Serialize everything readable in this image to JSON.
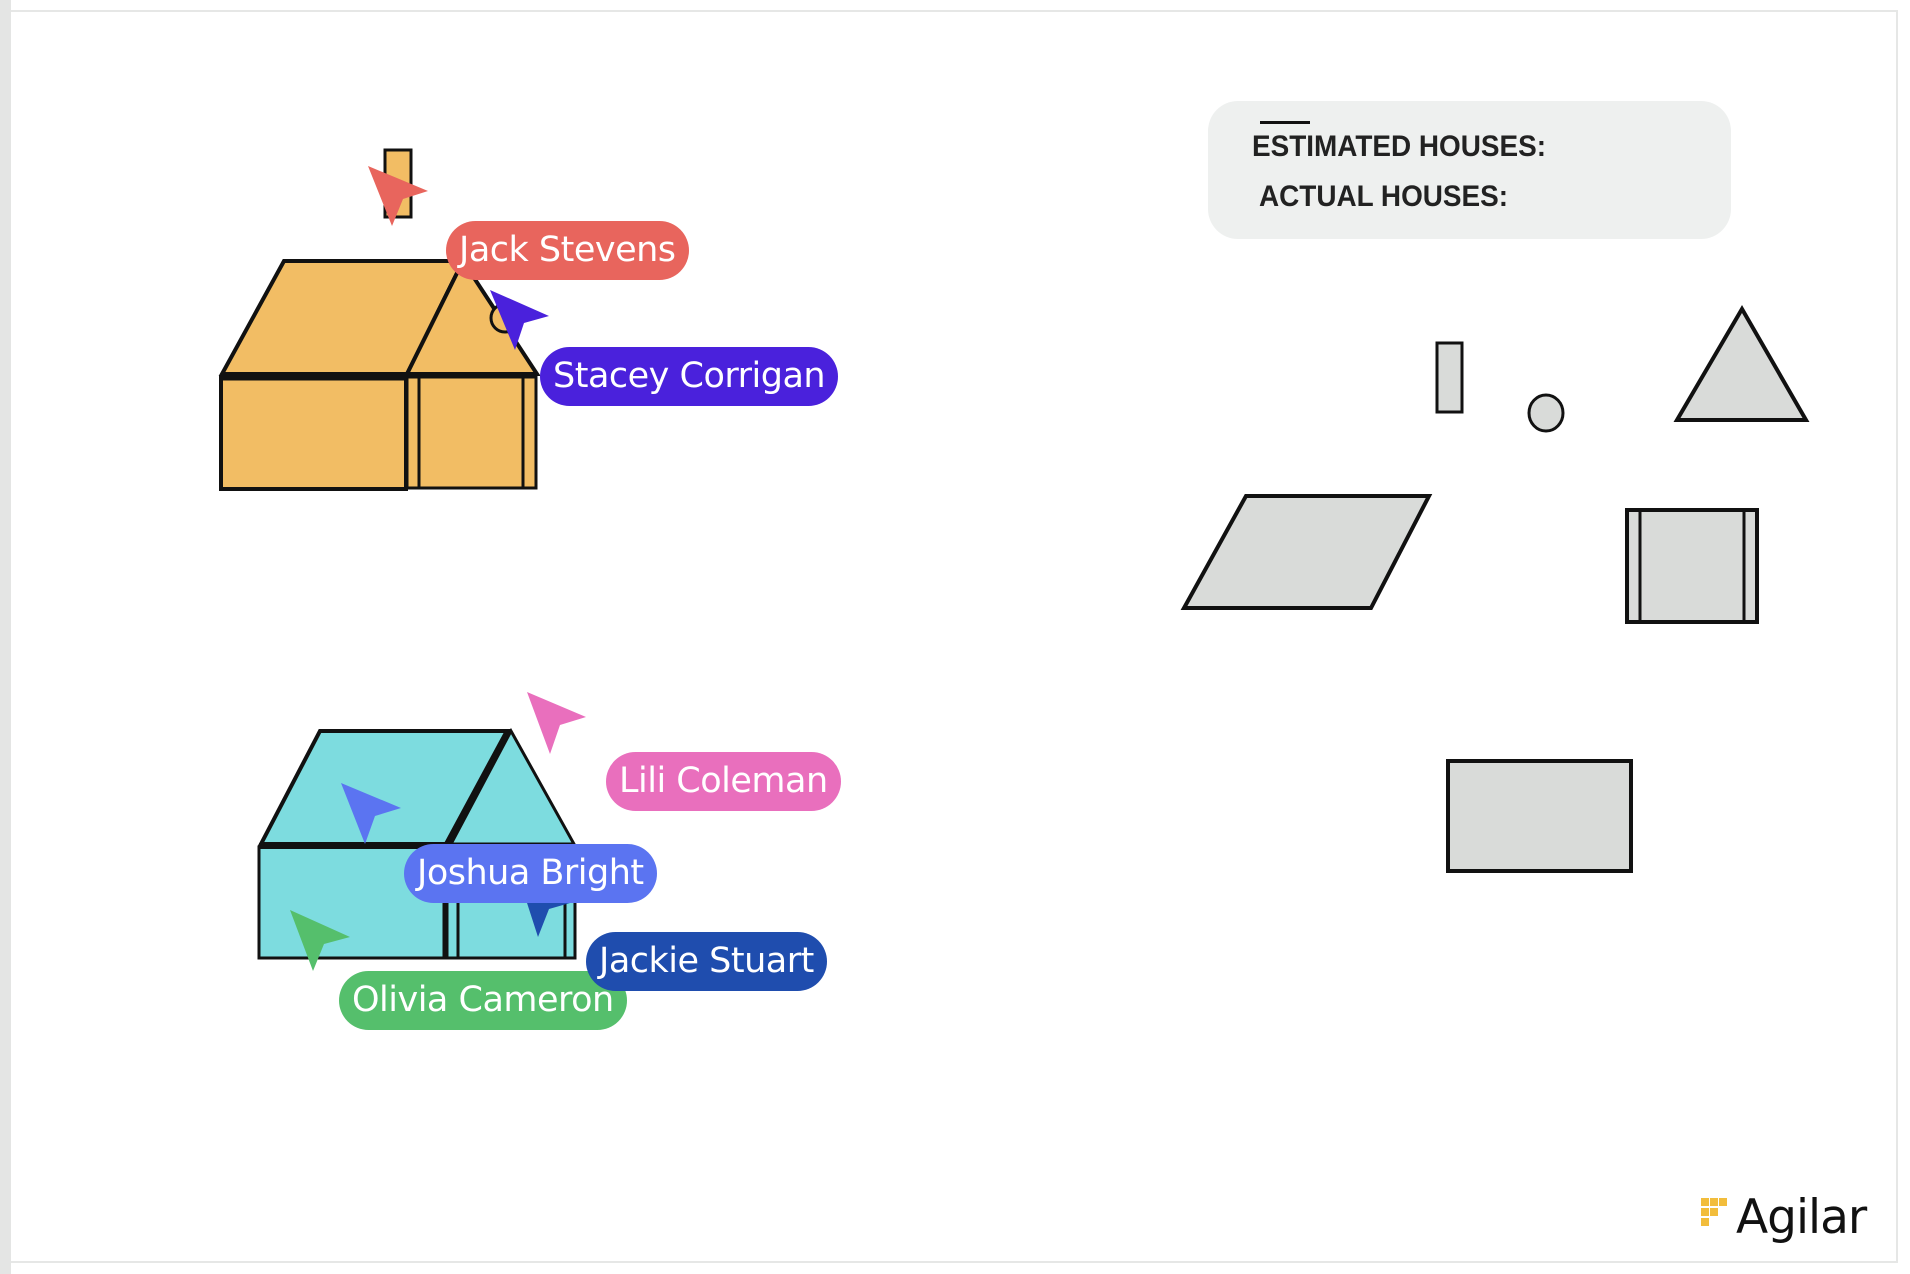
{
  "info_panel": {
    "estimated_label": "ESTIMATED HOUSES:",
    "actual_label": "ACTUAL HOUSES:"
  },
  "collaborators": [
    {
      "name": "Jack Stevens",
      "color": "#e8655d"
    },
    {
      "name": "Stacey Corrigan",
      "color": "#4a21dc"
    },
    {
      "name": "Lili Coleman",
      "color": "#e96fbd"
    },
    {
      "name": "Joshua Bright",
      "color": "#5b74f1"
    },
    {
      "name": "Jackie Stuart",
      "color": "#1f4dae"
    },
    {
      "name": "Olivia Cameron",
      "color": "#55bf6c"
    }
  ],
  "houses": [
    {
      "name": "orange-house",
      "fill": "#f2bd64"
    },
    {
      "name": "cyan-house",
      "fill": "#7ddcdf"
    }
  ],
  "shape_palette": {
    "fill": "#d9dbd9",
    "shapes": [
      "chimney-rectangle",
      "circle",
      "triangle",
      "parallelogram",
      "striped-square",
      "rectangle"
    ]
  },
  "logo": {
    "text": "Agilar",
    "color": "#f2bd3c"
  }
}
